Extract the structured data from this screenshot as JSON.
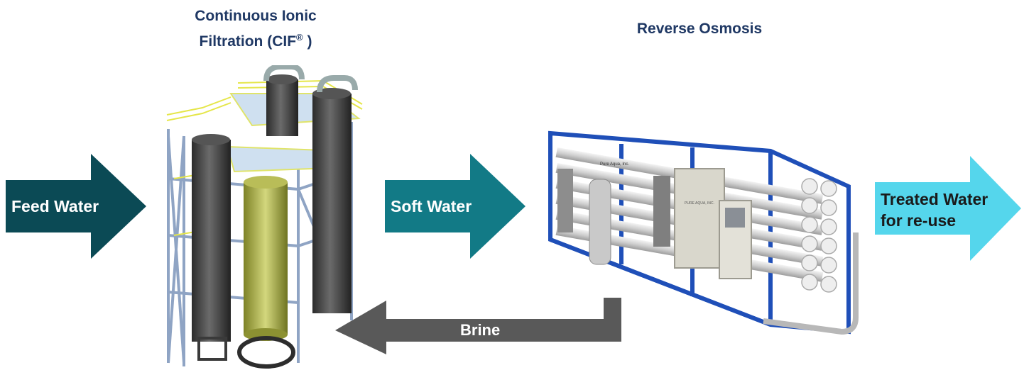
{
  "titles": {
    "cif_line1": "Continuous Ionic",
    "cif_line2": "Filtration (CIF",
    "cif_reg": "®",
    "cif_close": " )",
    "ro": "Reverse Osmosis"
  },
  "arrows": {
    "feed": {
      "label": "Feed Water",
      "color": "#0b4a55"
    },
    "soft": {
      "label": "Soft Water",
      "color": "#127a86"
    },
    "treated": {
      "line1": "Treated Water",
      "line2": "for re-use",
      "color": "#55d6ec"
    },
    "brine": {
      "label": "Brine",
      "color": "#595959"
    }
  },
  "equipment": {
    "cif_unit": {
      "icon": "cif-tower-icon"
    },
    "ro_unit": {
      "icon": "ro-skid-icon",
      "panel_text": "PURE AQUA, INC.",
      "frame_text": "Pure Aqua, Inc."
    }
  }
}
